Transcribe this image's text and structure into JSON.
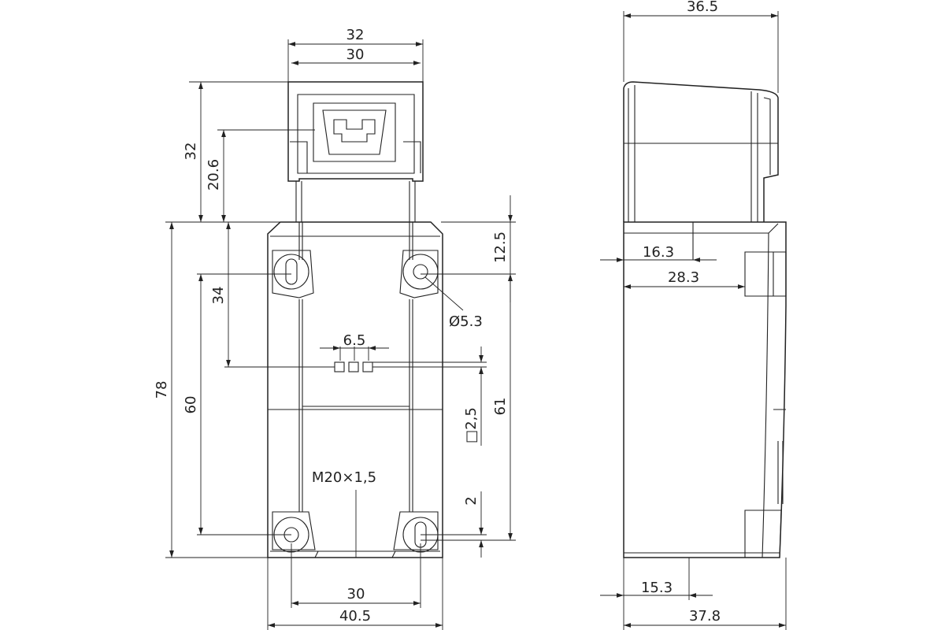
{
  "drawing": {
    "front_view": {
      "dim_top_outer": "32",
      "dim_top_inner": "30",
      "dim_head_height": "32",
      "dim_slot_height": "20.6",
      "dim_total_height": "78",
      "dim_mount_spacing": "60",
      "dim_upper_to_led": "34",
      "dim_led_spacing": "6.5",
      "dim_led_size": "□2,5",
      "dim_top_to_hole": "12.5",
      "dim_hole_spacing_right": "61",
      "dim_hole_diameter": "Ø5.3",
      "dim_bottom_offset": "2",
      "thread_label": "M20×1,5",
      "dim_bottom_hole_spacing": "30",
      "dim_body_width": "40.5"
    },
    "side_view": {
      "dim_top_depth": "36.5",
      "dim_upper_offset": "16.3",
      "dim_upper_depth": "28.3",
      "dim_lower_offset": "15.3",
      "dim_bottom_depth": "37.8"
    }
  }
}
